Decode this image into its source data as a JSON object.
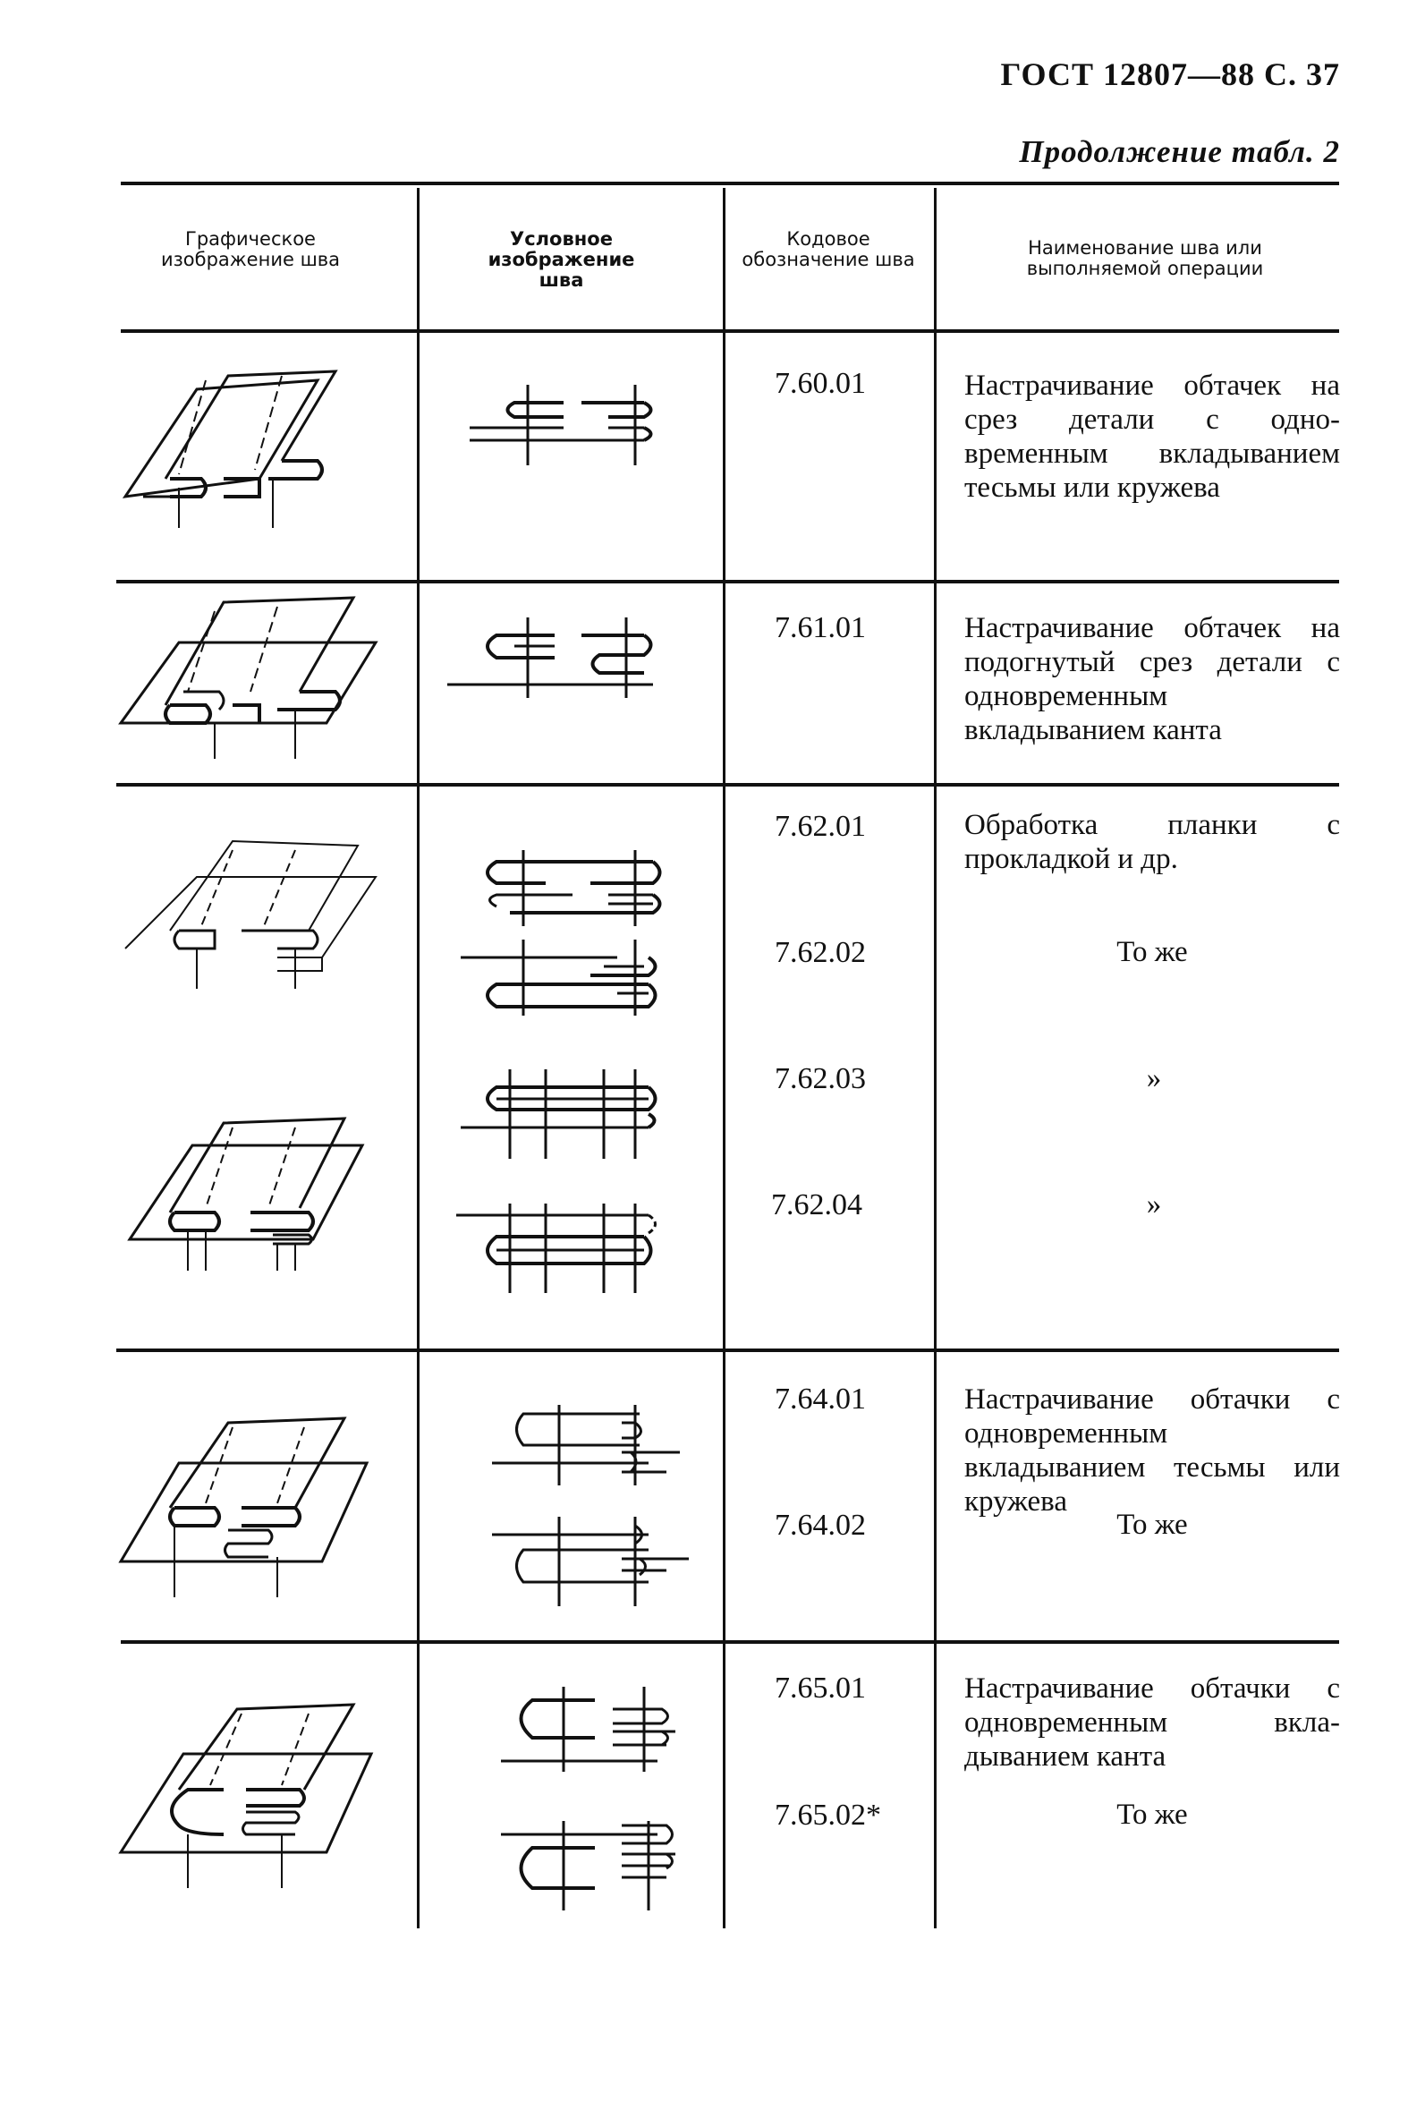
{
  "header": {
    "standard": "ГОСТ 12807—88 С. 37",
    "continuation": "Продолжение табл. 2"
  },
  "columns": [
    "Графическое изображение шва",
    "Условное изображение шва",
    "Кодовое обозначение шва",
    "Наименование шва или выполняемой операции"
  ],
  "rows": [
    {
      "entries": [
        {
          "code": "7.60.01",
          "name": "Настрачивание обтачек на срез детали с одно­временным вкладывани­ем тесьмы или кружева"
        }
      ]
    },
    {
      "entries": [
        {
          "code": "7.61.01",
          "name": "Настрачивание обта­чек на подогнутый срез детали с одновременным вкладыванием канта"
        }
      ]
    },
    {
      "entries": [
        {
          "code": "7.62.01",
          "name": "Обработка планки с прокладкой и др."
        },
        {
          "code": "7.62.02",
          "name": "То же"
        },
        {
          "code": "7.62.03",
          "name": "»"
        },
        {
          "code": "7.62.04",
          "name": "»"
        }
      ]
    },
    {
      "entries": [
        {
          "code": "7.64.01",
          "name": "Настрачивание обтач­ки с одновременным вкладыванием тесьмы или кружева"
        },
        {
          "code": "7.64.02",
          "name": "То же"
        }
      ]
    },
    {
      "entries": [
        {
          "code": "7.65.01",
          "name": "Настрачивание обтачки с одновременным вкла­дыванием канта"
        },
        {
          "code": "7.65.02*",
          "name": "То же"
        }
      ]
    }
  ]
}
